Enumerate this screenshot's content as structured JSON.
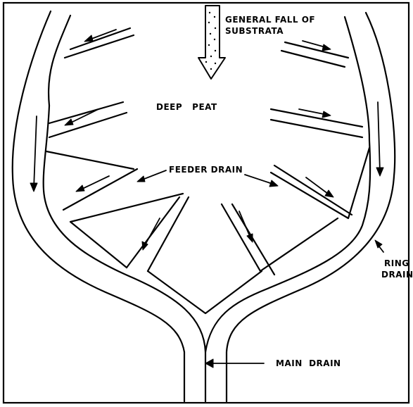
{
  "labels": {
    "general_fall": [
      "GENERAL FALL OF",
      "SUBSTRATA"
    ],
    "deep_peat": "DEEP   PEAT",
    "feeder_drain": "FEEDER DRAIN",
    "ring_drain": [
      "RING",
      "DRAIN"
    ],
    "main_drain": "MAIN  DRAIN"
  }
}
